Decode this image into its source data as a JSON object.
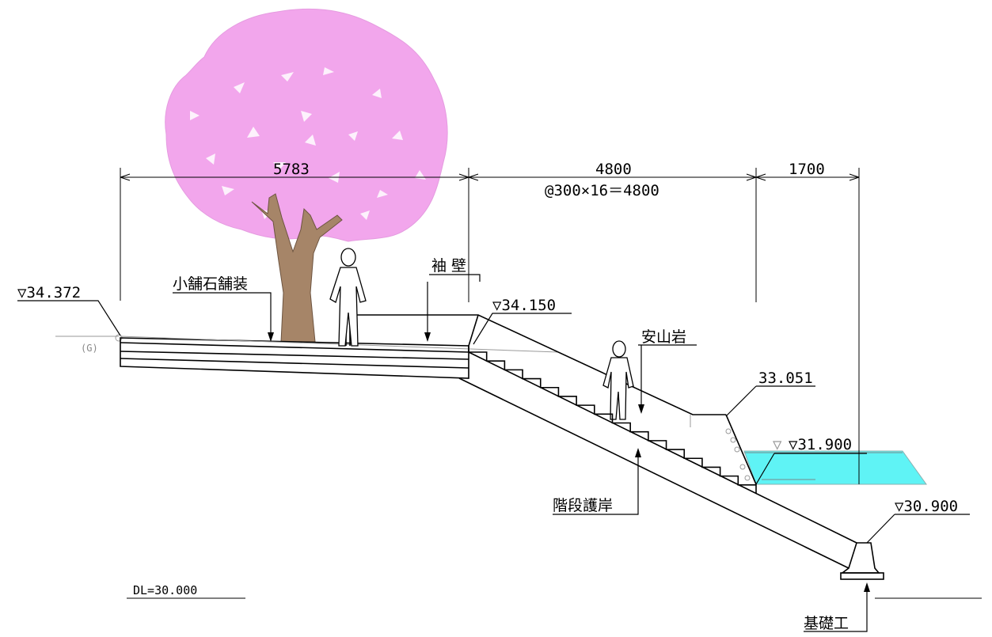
{
  "dimensions": {
    "left_width": "5783",
    "stair_width": "4800",
    "stair_pitch": "@300×16＝4800",
    "right_width": "1700"
  },
  "elevations": {
    "top_left": "▽34.372",
    "stair_top": "▽34.150",
    "slope_top": "33.051",
    "water_level": "▽31.900",
    "water_marker": "▽",
    "base": "▽30.900",
    "datum": "DL=30.000"
  },
  "labels": {
    "ground": "(G)",
    "paving": "小舗石舗装",
    "wing_wall": "袖 壁",
    "andesite": "安山岩",
    "stair_revetment": "階段護岸",
    "foundation": "基礎工"
  },
  "colors": {
    "tree_canopy": "#f2a6ec",
    "tree_trunk": "#a68568",
    "water": "#5ff3f5",
    "line": "#000000",
    "ground_line": "#9a9a9a"
  }
}
